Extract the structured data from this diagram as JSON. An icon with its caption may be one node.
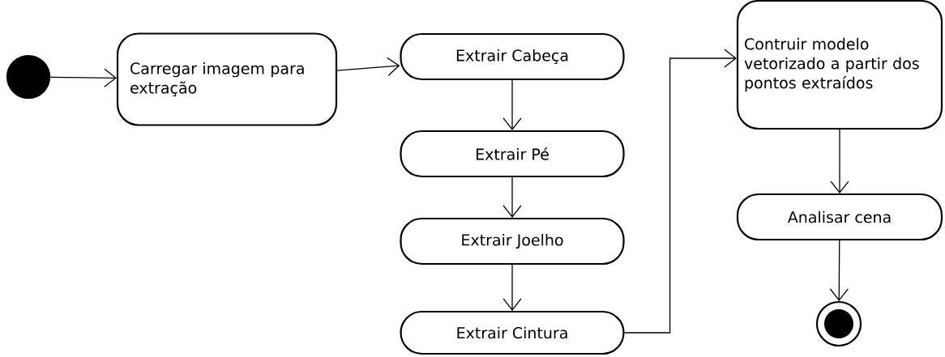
{
  "diagram": {
    "nodes": [
      {
        "text": [],
        "shape": "circle"
      },
      {
        "text": [
          "Carregar imagem para extração"
        ]
      },
      {
        "text": [
          "Extrair Cabeça"
        ]
      },
      {
        "text": [
          "Extrair Pé"
        ]
      },
      {
        "text": [
          "Extrair Joelho"
        ]
      },
      {
        "text": [
          "Extrair Cintura"
        ]
      },
      {
        "text": [
          "Contruir modelo vetorizado a partir dos pontos extraídos"
        ]
      },
      {
        "text": [
          "Analisar cena"
        ]
      },
      {
        "text": [],
        "shape": "circle"
      }
    ],
    "edges": [
      {
        "from": 0,
        "to": 1,
        "arrow": "to"
      },
      {
        "from": 1,
        "to": 2,
        "arrow": "to"
      },
      {
        "from": 2,
        "to": 3,
        "arrow": "to"
      },
      {
        "from": 3,
        "to": 4,
        "arrow": "to"
      },
      {
        "from": 4,
        "to": 5,
        "arrow": "to"
      },
      {
        "from": 5,
        "to": 6,
        "arrow": "to"
      },
      {
        "from": 6,
        "to": 7,
        "arrow": "to"
      },
      {
        "from": 7,
        "to": 8,
        "arrow": "to"
      }
    ]
  }
}
